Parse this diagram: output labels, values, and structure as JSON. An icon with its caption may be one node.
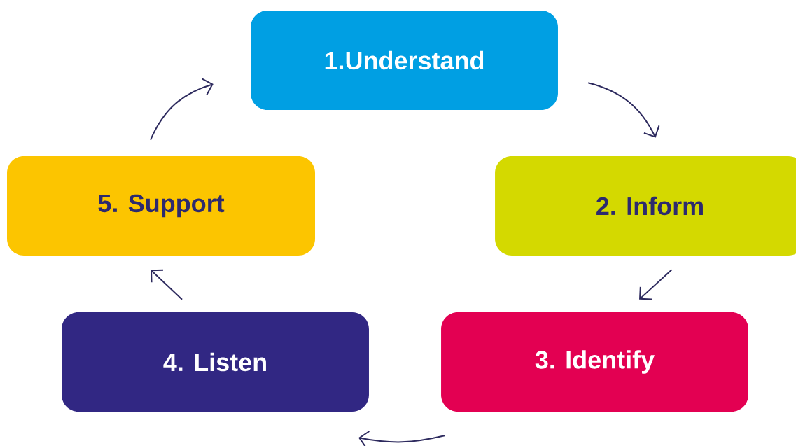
{
  "diagram": {
    "nodes": [
      {
        "text": [
          "1.Understand"
        ]
      },
      {
        "text": [
          "2. Inform"
        ]
      },
      {
        "text": [
          "3. Identify"
        ]
      },
      {
        "text": [
          "4. Listen"
        ]
      },
      {
        "text": [
          "5. Support"
        ]
      }
    ],
    "edges": [
      {
        "from": 0,
        "to": 1,
        "arrow": "to"
      },
      {
        "from": 1,
        "to": 2,
        "arrow": "to"
      },
      {
        "from": 2,
        "to": 3,
        "arrow": "to"
      },
      {
        "from": 3,
        "to": 4,
        "arrow": "to"
      },
      {
        "from": 4,
        "to": 0,
        "arrow": "to"
      }
    ]
  }
}
